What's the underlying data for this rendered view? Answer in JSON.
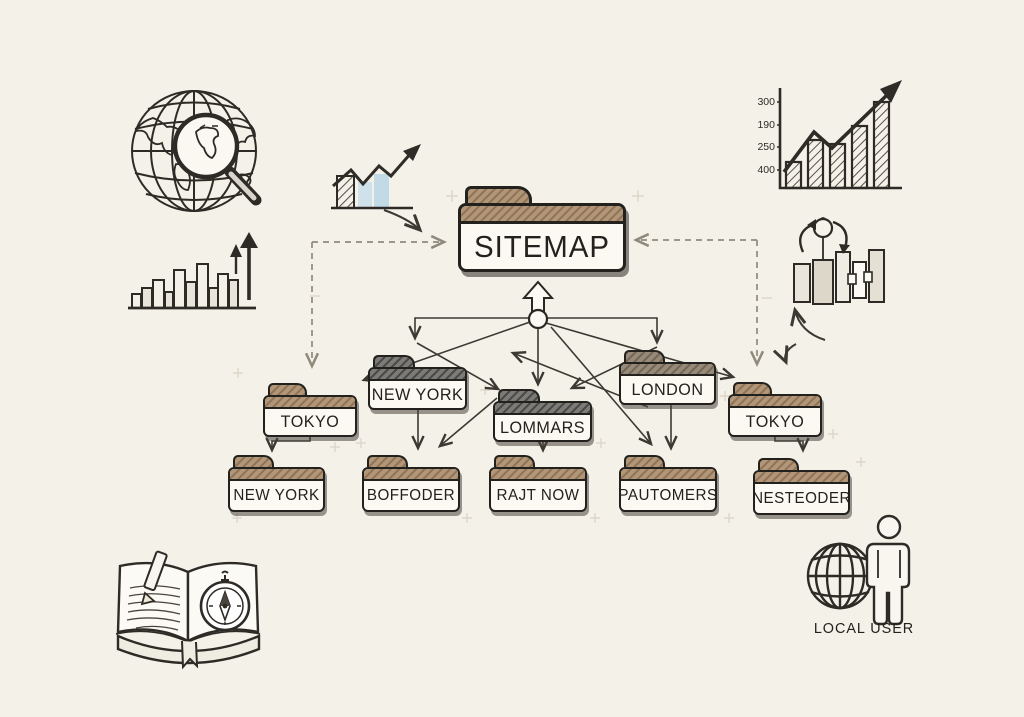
{
  "page": {
    "kind": "hand-drawn sitemap diagram",
    "paper_color": "#f4f1e9",
    "ink_color": "#2b2823"
  },
  "colors": {
    "folder_brown": "#b29678",
    "folder_dark": "#7c7b77",
    "folder_taupe": "#988a79",
    "bar_blue_light": "#cfe2ec",
    "bar_blue_dark": "#c2d9e6",
    "dashed_line": "#8f8a7c",
    "solid_line": "#3c3933"
  },
  "sitemap": {
    "root": {
      "label": "SITEMAP"
    },
    "level1": [
      {
        "label": "TOKYO"
      },
      {
        "label": "NEW YORK"
      },
      {
        "label": "LOMMARS"
      },
      {
        "label": "LONDON"
      },
      {
        "label": "TOKYO"
      }
    ],
    "level2": [
      {
        "label": "NEW YORK"
      },
      {
        "label": "BOFFODER"
      },
      {
        "label": "RAJT NOW"
      },
      {
        "label": "PAUTOMERS"
      },
      {
        "label": "NESTEODER"
      }
    ]
  },
  "doodles": {
    "globe_magnifier": "globe-with-magnifier",
    "growth_chart": "mini-growth-chart",
    "city_bars": "rising-bars-skyline",
    "axis_chart": {
      "name": "bar-chart-with-trend-arrow",
      "y_labels": [
        "300",
        "190",
        "250",
        "400"
      ]
    },
    "cycle_bars": "bar-cycle-with-orb",
    "notebook_compass": "notebook-with-compass-and-pencil",
    "local_user": {
      "name": "globe-and-person",
      "caption": "LOCAL USER"
    }
  }
}
